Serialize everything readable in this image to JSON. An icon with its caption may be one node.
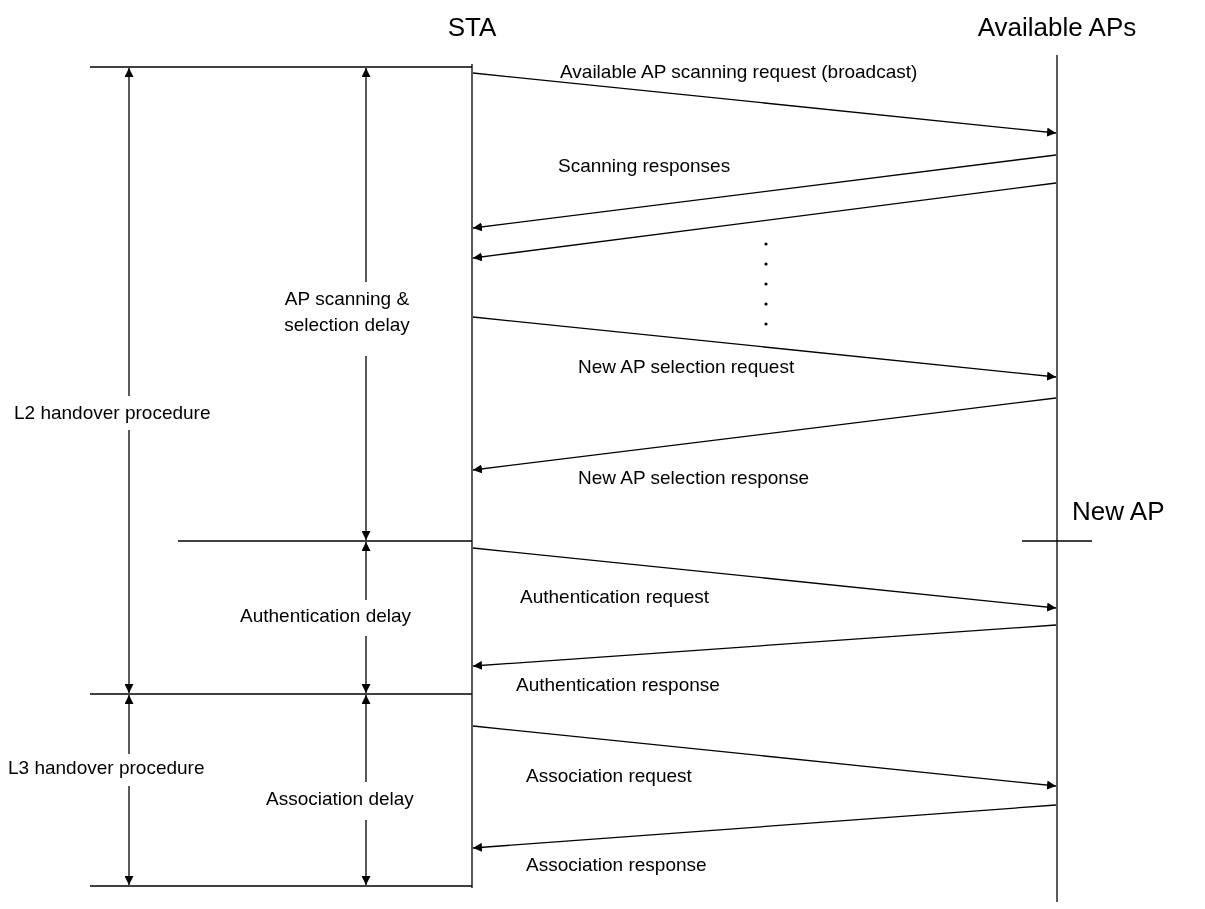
{
  "diagram": {
    "nodes": [
      {
        "text": [
          "STA"
        ]
      },
      {
        "text": [
          "Available APs"
        ]
      }
    ],
    "edges": [
      {
        "from": 0,
        "to": 1,
        "arrow": "to",
        "label": "Available AP scanning request (broadcast)"
      },
      {
        "from": 1,
        "to": 0,
        "arrow": "to",
        "label": "Scanning responses"
      },
      {
        "from": 1,
        "to": 0,
        "arrow": "to"
      },
      {
        "from": 0,
        "to": 1,
        "arrow": "to",
        "label": "New AP selection request"
      },
      {
        "from": 1,
        "to": 0,
        "arrow": "to",
        "label": "New AP selection response"
      },
      {
        "from": 0,
        "to": 1,
        "arrow": "to",
        "label": "Authentication request"
      },
      {
        "from": 1,
        "to": 0,
        "arrow": "to",
        "label": "Authentication response"
      },
      {
        "from": 0,
        "to": 1,
        "arrow": "to",
        "label": "Association request"
      },
      {
        "from": 1,
        "to": 0,
        "arrow": "to",
        "label": "Association response"
      }
    ],
    "labels": [
      "New AP",
      "L2 handover procedure",
      "AP scanning & selection delay",
      "Authentication delay",
      "L3 handover procedure",
      "Association delay"
    ]
  }
}
